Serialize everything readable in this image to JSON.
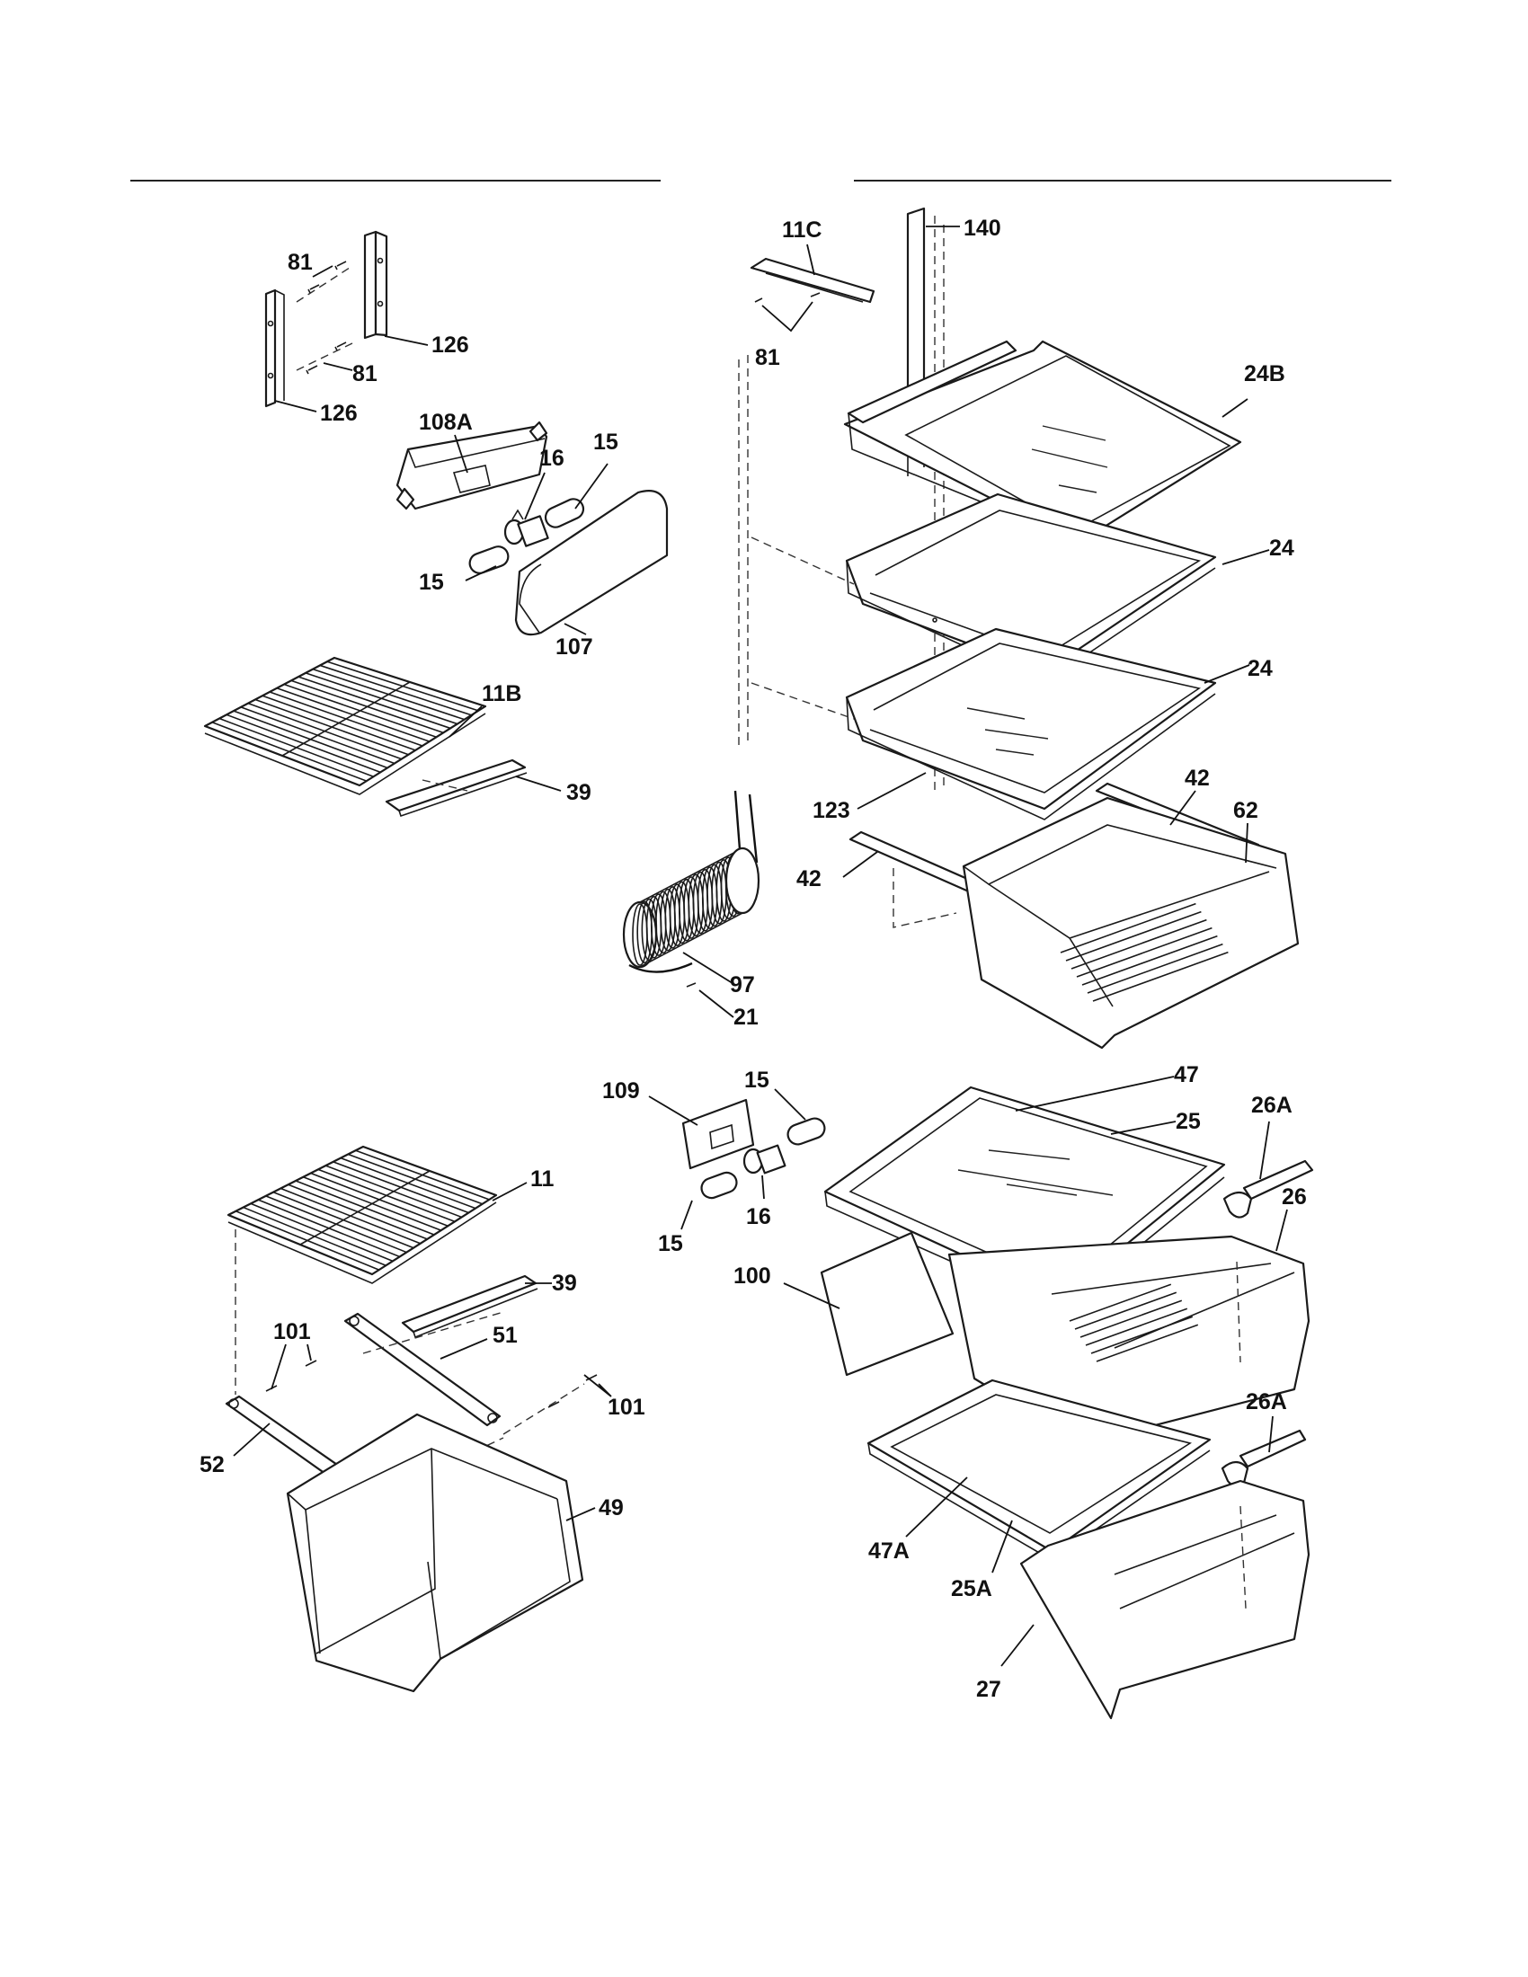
{
  "callouts": [
    {
      "id": "c-140",
      "text": "140"
    },
    {
      "id": "c-11c",
      "text": "11C"
    },
    {
      "id": "c-81-a",
      "text": "81"
    },
    {
      "id": "c-81-b",
      "text": "81"
    },
    {
      "id": "c-81-c",
      "text": "81"
    },
    {
      "id": "c-126-a",
      "text": "126"
    },
    {
      "id": "c-126-b",
      "text": "126"
    },
    {
      "id": "c-108a",
      "text": "108A"
    },
    {
      "id": "c-16-a",
      "text": "16"
    },
    {
      "id": "c-15-a",
      "text": "15"
    },
    {
      "id": "c-15-b",
      "text": "15"
    },
    {
      "id": "c-107",
      "text": "107"
    },
    {
      "id": "c-11b",
      "text": "11B"
    },
    {
      "id": "c-39-a",
      "text": "39"
    },
    {
      "id": "c-24b",
      "text": "24B"
    },
    {
      "id": "c-24-a",
      "text": "24"
    },
    {
      "id": "c-24-b",
      "text": "24"
    },
    {
      "id": "c-123",
      "text": "123"
    },
    {
      "id": "c-42-a",
      "text": "42"
    },
    {
      "id": "c-42-b",
      "text": "42"
    },
    {
      "id": "c-62",
      "text": "62"
    },
    {
      "id": "c-97",
      "text": "97"
    },
    {
      "id": "c-21",
      "text": "21"
    },
    {
      "id": "c-109",
      "text": "109"
    },
    {
      "id": "c-15-c",
      "text": "15"
    },
    {
      "id": "c-16-b",
      "text": "16"
    },
    {
      "id": "c-15-d",
      "text": "15"
    },
    {
      "id": "c-47",
      "text": "47"
    },
    {
      "id": "c-25",
      "text": "25"
    },
    {
      "id": "c-26a-a",
      "text": "26A"
    },
    {
      "id": "c-26",
      "text": "26"
    },
    {
      "id": "c-100",
      "text": "100"
    },
    {
      "id": "c-11",
      "text": "11"
    },
    {
      "id": "c-39-b",
      "text": "39"
    },
    {
      "id": "c-101-a",
      "text": "101"
    },
    {
      "id": "c-101-b",
      "text": "101"
    },
    {
      "id": "c-51",
      "text": "51"
    },
    {
      "id": "c-52",
      "text": "52"
    },
    {
      "id": "c-49",
      "text": "49"
    },
    {
      "id": "c-26a-b",
      "text": "26A"
    },
    {
      "id": "c-47a",
      "text": "47A"
    },
    {
      "id": "c-25a",
      "text": "25A"
    },
    {
      "id": "c-27",
      "text": "27"
    }
  ]
}
